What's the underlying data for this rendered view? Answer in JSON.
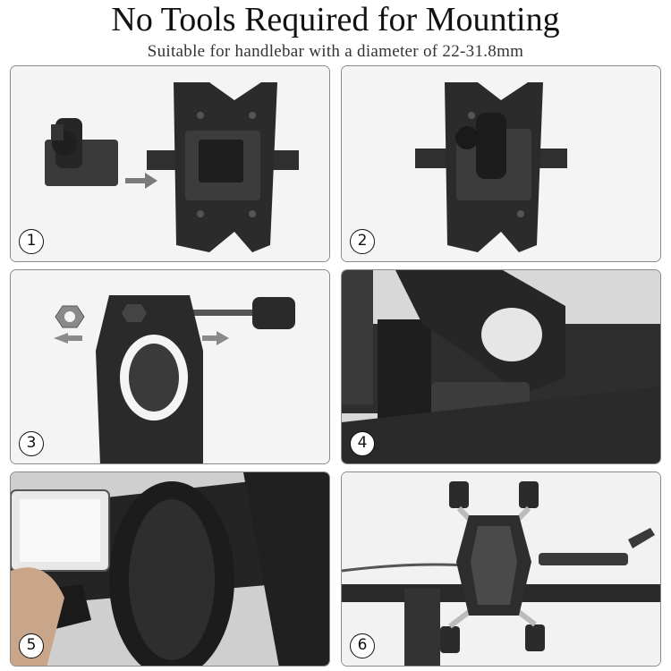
{
  "header": {
    "title": "No Tools Required for Mounting",
    "subtitle": "Suitable for handlebar with a diameter of 22-31.8mm"
  },
  "steps": [
    {
      "number": "1",
      "image": "bracket-and-clamp-separate"
    },
    {
      "number": "2",
      "image": "clamp-attached-to-bracket"
    },
    {
      "number": "3",
      "image": "clamp-nut-and-bolt-removed"
    },
    {
      "number": "4",
      "image": "clamp-placed-on-handlebar"
    },
    {
      "number": "5",
      "image": "tightening-knob-on-handlebar"
    },
    {
      "number": "6",
      "image": "phone-holder-mounted-on-bike"
    }
  ],
  "colors": {
    "panel_border": "#8a8a8a",
    "panel_background": "#ececec",
    "product": "#2b2b2b",
    "arrow": "#7a7a7a"
  }
}
